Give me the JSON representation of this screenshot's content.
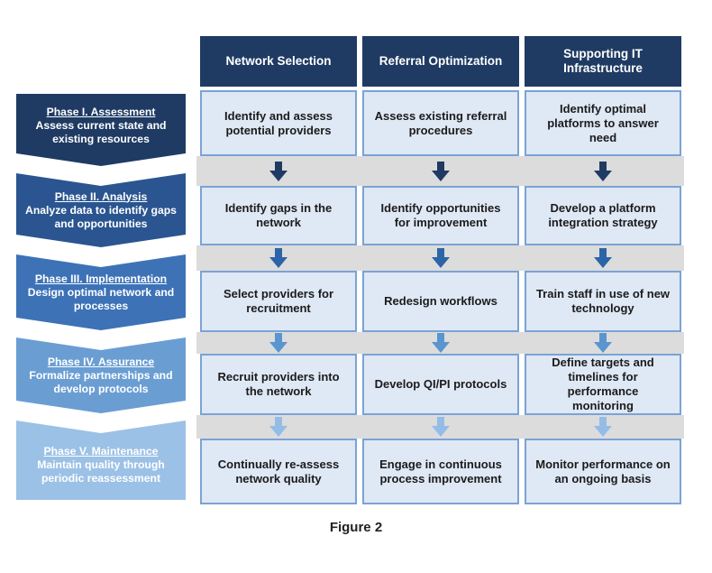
{
  "columns": [
    "Network Selection",
    "Referral Optimization",
    "Supporting IT Infrastructure"
  ],
  "phases": [
    {
      "title": "Phase I. Assessment",
      "desc": "Assess current state and existing resources"
    },
    {
      "title": "Phase II. Analysis",
      "desc": "Analyze data to identify gaps and opportunities"
    },
    {
      "title": "Phase III. Implementation",
      "desc": "Design optimal network and processes"
    },
    {
      "title": "Phase IV. Assurance",
      "desc": "Formalize partnerships and develop protocols"
    },
    {
      "title": "Phase V. Maintenance",
      "desc": "Maintain quality through periodic reassessment"
    }
  ],
  "cells": [
    [
      "Identify and assess potential providers",
      "Assess existing referral procedures",
      "Identify optimal platforms to answer need"
    ],
    [
      "Identify gaps in the network",
      "Identify opportunities for improvement",
      "Develop a platform integration strategy"
    ],
    [
      "Select providers for recruitment",
      "Redesign workflows",
      "Train staff in use of new technology"
    ],
    [
      "Recruit providers into the network",
      "Develop QI/PI protocols",
      "Define targets and timelines for performance monitoring"
    ],
    [
      "Continually re-assess network quality",
      "Engage in continuous process improvement",
      "Monitor performance on an ongoing basis"
    ]
  ],
  "colors": {
    "header": "#1f3b63",
    "phases": [
      "#1f3b63",
      "#2a5590",
      "#3d72b7",
      "#6a9ed3",
      "#9cc1e6"
    ],
    "arrows": [
      "#1f3b63",
      "#2d64a8",
      "#5b95d0",
      "#93bde6"
    ],
    "cell_fill": "#dfe8f5",
    "cell_border": "#7aa3d4",
    "band": "#dcdcdc"
  },
  "caption": "Figure 2"
}
